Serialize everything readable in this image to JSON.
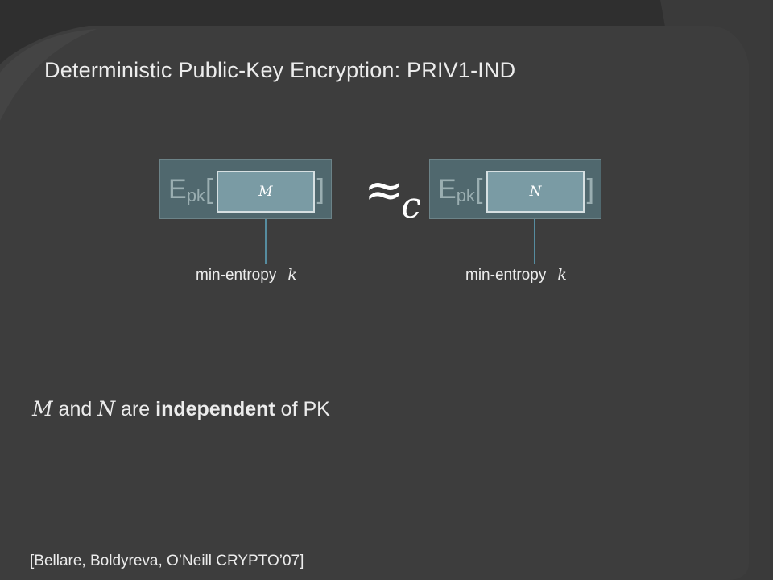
{
  "slide": {
    "title": "Deterministic Public-Key Encryption: PRIV1-IND",
    "left_encryption": {
      "label_main": "E",
      "label_sub": "pk",
      "open_bracket": "[",
      "close_bracket": "]",
      "message": "M"
    },
    "right_encryption": {
      "label_main": "E",
      "label_sub": "pk",
      "open_bracket": "[",
      "close_bracket": "]",
      "message": "N"
    },
    "relation_symbol": "≈",
    "relation_subscript": "c",
    "left_annotation": {
      "text": "min-entropy",
      "var": "k"
    },
    "right_annotation": {
      "text": "min-entropy",
      "var": "k"
    },
    "statement": {
      "var1": "M",
      "and_text": " and ",
      "var2": "N",
      "are_text": " are ",
      "bold_text": "independent",
      "tail_text": " of PK"
    },
    "citation": "[Bellare, Boldyreva, O’Neill CRYPTO’07]"
  },
  "colors": {
    "background": "#2f2f2f",
    "decor_dark": "#3a3a3a",
    "encryption_box": "#50686e",
    "message_box": "#7a9ba4",
    "arrow": "#5fa6c0",
    "text": "#ececec"
  }
}
